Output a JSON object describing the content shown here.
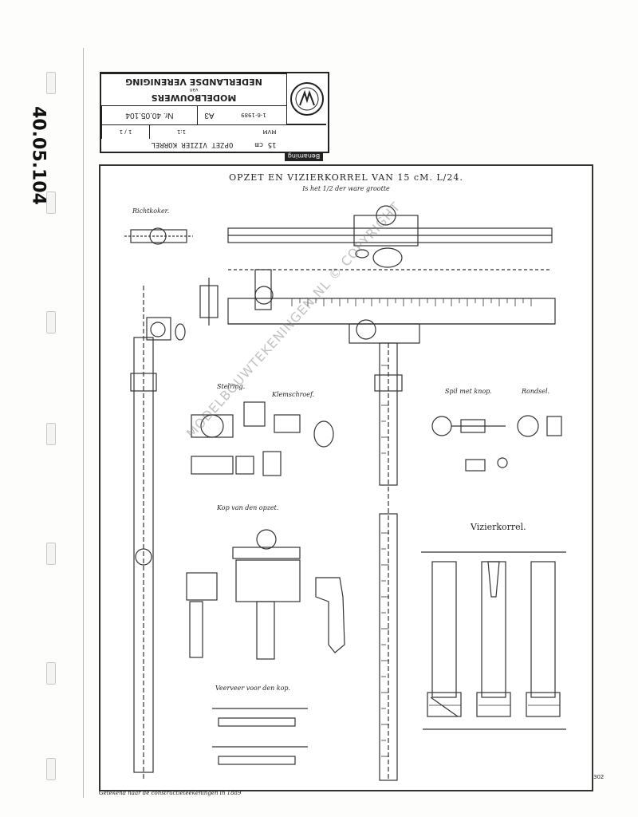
{
  "handwritten_code": "40.05.104",
  "title_block": {
    "logo_letters": "NVM",
    "org_line1": "NEDERLANDSE VERENIGING",
    "org_line2": "van",
    "org_line3": "MODELBOUWERS",
    "field_format": "A3",
    "field_nr_label": "Nr.",
    "field_nr_value": "40.05.104",
    "field_datum": "1-6-1989",
    "field_schaal": "1:1",
    "field_blad": "1",
    "field_van": "1",
    "field_getekend": "MVM",
    "benaming_label": "Benaming",
    "benaming_value": "OPZET VIZIER KORREL",
    "benaming_size": "15 cm"
  },
  "plate": {
    "title": "OPZET EN VIZIERKORREL VAN 15 cM. L/24.",
    "subtitle": "Is het 1/2 der ware grootte",
    "captions": {
      "richtkoker": "Richtkoker.",
      "stelring": "Stelring.",
      "klemschroef": "Klemschroef.",
      "spil_met_knop": "Spil met knop.",
      "rondsel": "Rondsel.",
      "kop_van_den_opzet": "Kop van den opzet.",
      "veerveer_voor_den_kop": "Veerveer voor den kop.",
      "vizierkorrel": "Vizierkorrel."
    },
    "footer": "Getekend naar de constructieteekeningen in 1889",
    "plate_number": "302"
  },
  "watermark": "MODELBOUWTEKENINGEN.NL © COPYRIGHT"
}
